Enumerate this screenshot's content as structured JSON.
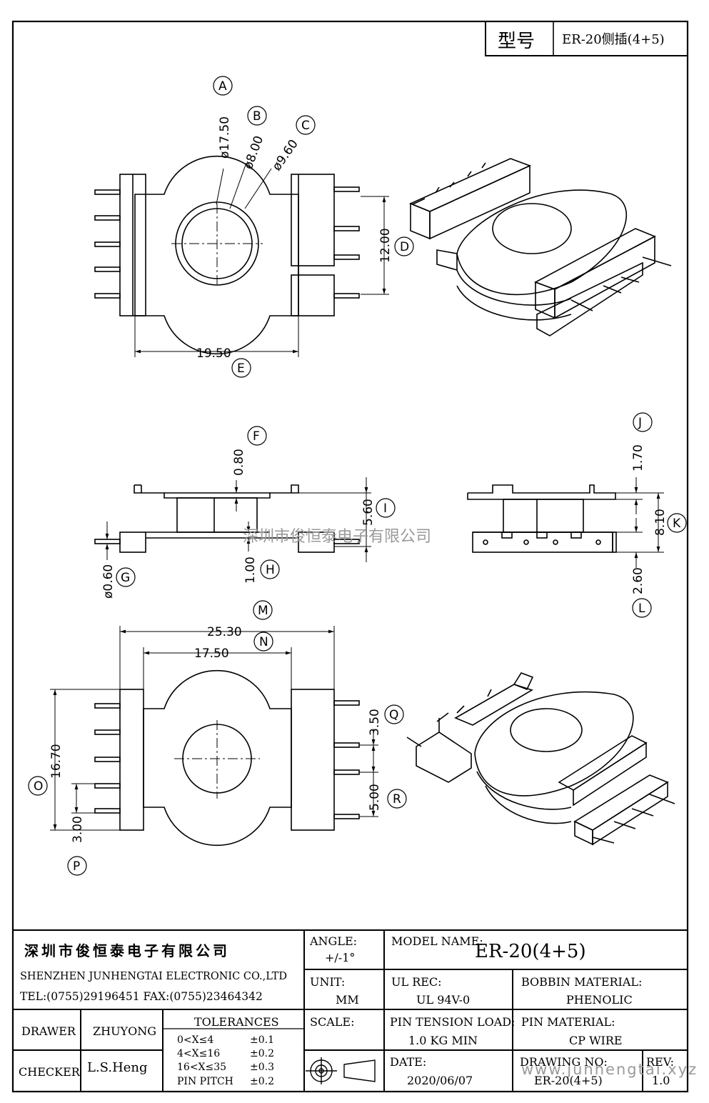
{
  "title_block_top": {
    "label": "型号",
    "value": "ER-20侧插(4+5)"
  },
  "callouts": [
    "A",
    "B",
    "C",
    "D",
    "E",
    "F",
    "G",
    "H",
    "I",
    "J",
    "K",
    "L",
    "M",
    "N",
    "O",
    "P",
    "Q",
    "R"
  ],
  "dimensions": {
    "A": "ø17.50",
    "B": "ø8.00",
    "C": "ø9.60",
    "D": "12.00",
    "E": "19.50",
    "F": "0.80",
    "G": "ø0.60",
    "H": "1.00",
    "I": "5.60",
    "J": "1.70",
    "K": "8.10",
    "L": "2.60",
    "M": "25.30",
    "N": "17.50",
    "O": "16.70",
    "P": "3.00",
    "Q": "3.50",
    "R": "5.00"
  },
  "watermark": {
    "cn": "深圳市俊恒泰电子有限公司",
    "web": "www.junhengtai.xyz"
  },
  "company": {
    "name_cn": "深圳市俊恒泰电子有限公司",
    "name_en": "SHENZHEN JUNHENGTAI ELECTRONIC CO.,LTD",
    "contact": "TEL:(0755)29196451 FAX:(0755)23464342"
  },
  "title_block": {
    "angle_label": "ANGLE:",
    "angle_value": "+/-1°",
    "model_label": "MODEL NAME:",
    "model_value": "ER-20(4+5)",
    "unit_label": "UNIT:",
    "unit_value": "MM",
    "ul_label": "UL REC:",
    "ul_value": "UL 94V-0",
    "bobbin_label": "BOBBIN MATERIAL:",
    "bobbin_value": "PHENOLIC",
    "scale_label": "SCALE:",
    "pin_tension_label": "PIN TENSION LOAD:",
    "pin_tension_value": "1.0 KG MIN",
    "pin_material_label": "PIN MATERIAL:",
    "pin_material_value": "CP WIRE",
    "date_label": "DATE:",
    "date_value": "2020/06/07",
    "drawing_no_label": "DRAWING NO:",
    "drawing_no_value": "ER-20(4+5)",
    "rev_label": "REV:",
    "rev_value": "1.0",
    "drawer_label": "DRAWER",
    "drawer_value": "ZHUYONG",
    "checker_label": "CHECKER",
    "checker_value": "L.S.Heng",
    "tolerances_title": "TOLERANCES",
    "tolerances": [
      {
        "range": "0<X≤4",
        "tol": "±0.1"
      },
      {
        "range": "4<X≤16",
        "tol": "±0.2"
      },
      {
        "range": "16<X≤35",
        "tol": "±0.3"
      },
      {
        "range": "PIN PITCH",
        "tol": "±0.2"
      }
    ]
  }
}
